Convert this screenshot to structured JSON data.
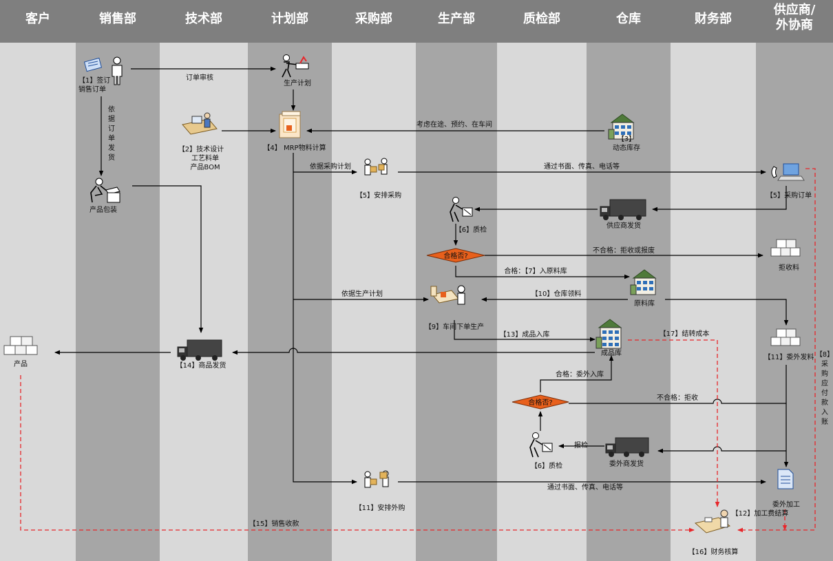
{
  "lanes": [
    {
      "id": "customer",
      "name": "客户"
    },
    {
      "id": "sales",
      "name": "销售部"
    },
    {
      "id": "tech",
      "name": "技术部"
    },
    {
      "id": "plan",
      "name": "计划部"
    },
    {
      "id": "purchase",
      "name": "采购部"
    },
    {
      "id": "production",
      "name": "生产部"
    },
    {
      "id": "qc",
      "name": "质检部"
    },
    {
      "id": "warehouse",
      "name": "仓库"
    },
    {
      "id": "finance",
      "name": "财务部"
    },
    {
      "id": "supplier",
      "name": "供应商/外协商",
      "lines": [
        "供应商/",
        "外协商"
      ]
    }
  ],
  "nodes": {
    "sign_order": {
      "lines": [
        "【1】签订",
        "销售订单"
      ],
      "icon": "contract-person-icon"
    },
    "prod_plan": {
      "lines": [
        "生产计划"
      ],
      "icon": "planner-icon"
    },
    "tech_design": {
      "lines": [
        "【2】技术设计",
        "工艺料单",
        "产品BOM"
      ],
      "icon": "designer-desk-icon"
    },
    "mrp": {
      "lines": [
        "【4】 MRP物料计算"
      ],
      "icon": "mrp-box-icon"
    },
    "dyn_inventory": {
      "lines": [
        "【3】",
        "动态库存"
      ],
      "icon": "warehouse-building-icon"
    },
    "packing": {
      "lines": [
        "产品包装"
      ],
      "icon": "packing-person-icon"
    },
    "arrange_purchase": {
      "lines": [
        "【5】安排采购"
      ],
      "icon": "buyers-icon"
    },
    "purchase_order": {
      "lines": [
        "【5】采购订单"
      ],
      "icon": "phone-laptop-icon"
    },
    "qc1": {
      "lines": [
        "【6】质检"
      ],
      "icon": "inspector-icon"
    },
    "supplier_ship": {
      "lines": [
        "供应商发货"
      ],
      "icon": "truck-icon"
    },
    "qualified1": {
      "lines": [
        "合格否?"
      ],
      "icon": "decision-diamond"
    },
    "reject_material": {
      "lines": [
        "拒收料"
      ],
      "icon": "boxes-icon"
    },
    "raw_store": {
      "lines": [
        "原料库"
      ],
      "icon": "warehouse-building-icon"
    },
    "workshop": {
      "lines": [
        "【9】车间下单生产"
      ],
      "icon": "workshop-icon"
    },
    "customer_product": {
      "lines": [
        "产品"
      ],
      "icon": "boxes-icon"
    },
    "goods_ship": {
      "lines": [
        "【14】商品发货"
      ],
      "icon": "truck-icon"
    },
    "finished_store": {
      "lines": [
        "成品库"
      ],
      "icon": "warehouse-building-icon"
    },
    "outsource_issue": {
      "lines": [
        "【11】委外发料"
      ],
      "icon": "boxes-icon"
    },
    "qualified2": {
      "lines": [
        "合格否?"
      ],
      "icon": "decision-diamond"
    },
    "qc2": {
      "lines": [
        "【6】质检"
      ],
      "icon": "inspector-icon"
    },
    "outsource_ship": {
      "lines": [
        "委外商发货"
      ],
      "icon": "truck-icon"
    },
    "arrange_outsource": {
      "lines": [
        "【11】安排外购"
      ],
      "icon": "buyers-icon"
    },
    "outsource_process": {
      "lines": [
        "委外加工"
      ],
      "icon": "document-icon"
    },
    "fin_accounting": {
      "lines": [
        "【16】财务核算"
      ],
      "icon": "accountant-icon"
    },
    "processing_fee": {
      "lines": [
        "【12】加工费结算"
      ]
    }
  },
  "edge_labels": {
    "order_review": "订单审核",
    "by_order_ship": [
      "依",
      "据",
      "订",
      "单",
      "发",
      "货"
    ],
    "consider": "考虑在途、预约、在车间",
    "by_purchase_plan": "依据采购计划",
    "via_comm1": "通过书面、传真、电话等",
    "reject1": "不合格：拒收或报废",
    "pass_raw": "合格：【7】入原料库",
    "by_prod_plan": "依据生产计划",
    "picking": "【10】仓库领料",
    "finished_in": "【13】成品入库",
    "cost_transfer": "【17】结转成本",
    "payable": [
      "【8】",
      "采",
      "购",
      "应",
      "付",
      "款",
      "入",
      "账"
    ],
    "pass_outsource": "合格：委外入库",
    "reject2": "不合格：拒收",
    "inspect": "报检",
    "via_comm2": "通过书面、传真、电话等",
    "sales_receipt": "【15】销售收款"
  },
  "colors": {
    "lane_light": "#d9d9d9",
    "lane_dark": "#a6a6a6",
    "header": "#7f7f7f",
    "arrow": "#000000",
    "finance_arrow": "#e8262a",
    "diamond": "#e8601c"
  }
}
